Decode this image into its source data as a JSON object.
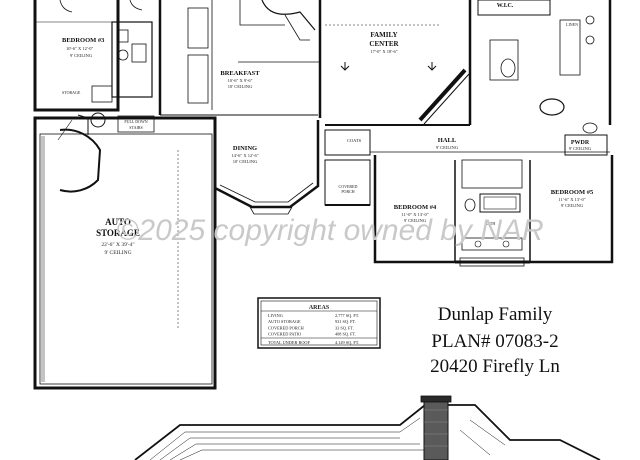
{
  "rooms": {
    "bedroom3": {
      "name": "BEDROOM #3",
      "size": "10'-6\" X 12'-0\"",
      "ceiling": "9' CEILING"
    },
    "breakfast": {
      "name": "BREAKFAST",
      "size": "10'-6\" X 9'-6\"",
      "ceiling": "10' CEILING"
    },
    "family_center": {
      "name": "FAMILY",
      "name2": "CENTER",
      "size": "17'-0\" X 18'-6\""
    },
    "dining": {
      "name": "DINING",
      "size": "14'-6\" X 12'-6\"",
      "ceiling": "10' CEILING"
    },
    "hall": {
      "name": "HALL",
      "ceiling": "9' CEILING"
    },
    "bedroom4": {
      "name": "BEDROOM #4",
      "size": "11'-0\" X 13'-0\"",
      "ceiling": "9' CEILING"
    },
    "bedroom5": {
      "name": "BEDROOM #5",
      "size": "11'-6\" X 13'-0\"",
      "ceiling": "9' CEILING"
    },
    "pwdr": {
      "name": "PWDR",
      "ceiling": "9' CEILING"
    },
    "auto_storage": {
      "name": "AUTO",
      "name2": "STORAGE",
      "size": "22'-6\" X 39'-4\"",
      "ceiling": "9' CEILING"
    },
    "storage": {
      "name": "STORAGE"
    },
    "pull_down_stairs": {
      "line1": "PULL DOWN",
      "line2": "STAIRS"
    },
    "covered_porch": {
      "line1": "COVERED",
      "line2": "PORCH"
    },
    "wic": {
      "name": "W.I.C."
    },
    "coats": {
      "name": "COATS"
    },
    "bath": {
      "name": "BATH"
    },
    "linen": {
      "name": "LINEN"
    }
  },
  "areas_table": {
    "title": "AREAS",
    "rows": [
      {
        "label": "LIVING",
        "value": "2,777 SQ. FT."
      },
      {
        "label": "AUTO STORAGE",
        "value": "931 SQ. FT."
      },
      {
        "label": "COVERED PORCH",
        "value": "33 SQ. FT."
      },
      {
        "label": "COVERED PATIO",
        "value": "408 SQ. FT."
      }
    ],
    "total_label": "TOTAL UNDER ROOF",
    "total_value": "4,149 SQ. FT."
  },
  "title_block": {
    "line1": "Dunlap Family",
    "line2": "PLAN# 07083-2",
    "line3": "20420 Firefly Ln"
  },
  "watermark": "©2025 copyright owned by NAR"
}
